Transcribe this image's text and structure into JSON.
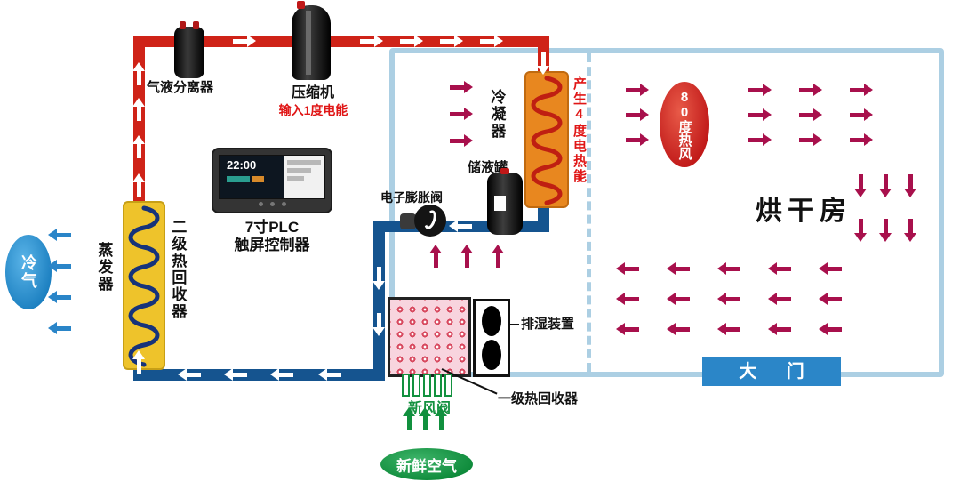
{
  "labels": {
    "separator": "气液分离器",
    "compressor": "压缩机",
    "compressor_power": "输入1度电能",
    "plc_line1": "7寸PLC",
    "plc_line2": "触屏控制器",
    "plc_time": "22:00",
    "evaporator": "蒸发器",
    "secondary_recovery": "二级热回收器",
    "cold_air": "冷气",
    "condenser": "冷凝器",
    "electric_heat": "产生4度电热能",
    "liquid_tank": "储液罐",
    "expansion_valve": "电子膨胀阀",
    "dehumidifier": "排湿装置",
    "primary_recovery": "一级热回收器",
    "fresh_air_valve": "新风阀",
    "fresh_air": "新鲜空气",
    "drying_room": "烘干房",
    "hot_wind": "80度热风",
    "gate": "大 门"
  },
  "colors": {
    "hot_pipe": "#cf2318",
    "cold_pipe": "#15548f",
    "hot_air_arrow": "#a8104c",
    "cold_air_arrow": "#2a85c8",
    "fresh_air_green": "#11903e",
    "room_border": "#accfe3",
    "evaporator_coil": "#eec32b",
    "condenser_coil": "#e8871f",
    "gate_blue": "#2b86c8",
    "recovery_pink": "#f8d4de"
  }
}
